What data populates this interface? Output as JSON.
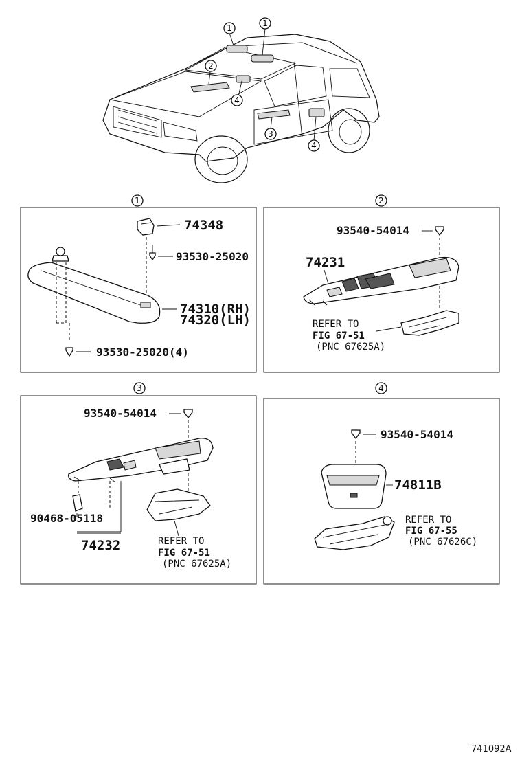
{
  "overview": {
    "callouts": [
      "1",
      "1",
      "2",
      "4",
      "3",
      "4"
    ]
  },
  "section1": {
    "marker": "1",
    "parts": {
      "holder": "74348",
      "holder_screw": "93530-25020",
      "visor_rh": "74310(RH)",
      "visor_lh": "74320(LH)",
      "visor_screw": "93530-25020(4)"
    }
  },
  "section2": {
    "marker": "2",
    "parts": {
      "screw": "93540-54014",
      "panel": "74231"
    },
    "refer": {
      "line1": "REFER TO",
      "line2": "FIG 67-51",
      "line3": "(PNC 67625A)"
    }
  },
  "section3": {
    "marker": "3",
    "parts": {
      "screw": "93540-54014",
      "clip": "90468-05118",
      "panel": "74232"
    },
    "refer": {
      "line1": "REFER TO",
      "line2": "FIG 67-51",
      "line3": "(PNC 67625A)"
    }
  },
  "section4": {
    "marker": "4",
    "parts": {
      "screw": "93540-54014",
      "panel": "74811B"
    },
    "refer": {
      "line1": "REFER TO",
      "line2": "FIG 67-55",
      "line3": "(PNC 67626C)"
    }
  },
  "footer": {
    "figure_code": "741092A"
  }
}
